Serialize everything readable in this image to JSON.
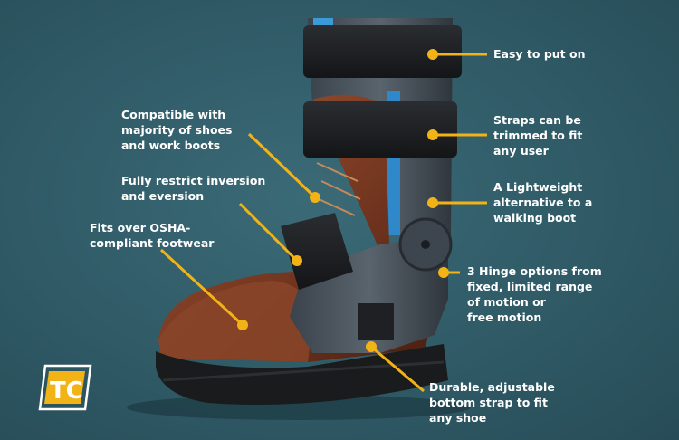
{
  "colors": {
    "background": "#2f5a66",
    "callout": "#f2b316",
    "text": "#ffffff"
  },
  "callouts": [
    {
      "lines": [
        "Easy to put on"
      ]
    },
    {
      "lines": [
        "Straps can be",
        "trimmed to fit",
        "any user"
      ]
    },
    {
      "lines": [
        "A Lightweight",
        "alternative to a",
        "walking boot"
      ]
    },
    {
      "lines": [
        "3 Hinge options from",
        "fixed, limited range",
        "of motion or",
        "free motion"
      ]
    },
    {
      "lines": [
        "Durable, adjustable",
        "bottom strap to fit",
        "any shoe"
      ]
    },
    {
      "lines": [
        "Compatible with",
        "majority of shoes",
        "and work boots"
      ]
    },
    {
      "lines": [
        "Fully restrict inversion",
        "and eversion"
      ]
    },
    {
      "lines": [
        "Fits over OSHA-",
        "compliant footwear"
      ]
    }
  ],
  "logo": {
    "text": "TC"
  }
}
